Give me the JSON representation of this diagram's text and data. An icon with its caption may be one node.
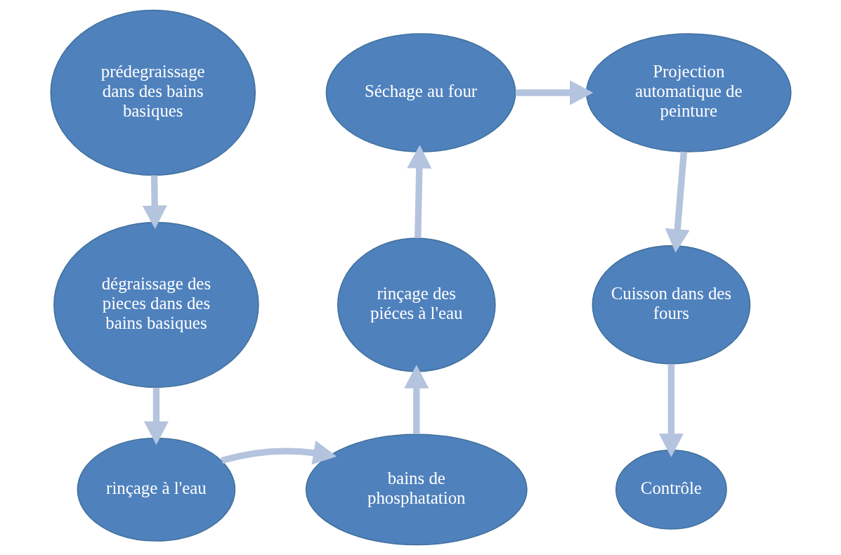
{
  "diagram": {
    "nodes": [
      {
        "text": [
          "prédegraissage dans des bains basiques"
        ]
      },
      {
        "text": [
          "dégraissage des pieces dans des bains basiques"
        ]
      },
      {
        "text": [
          "rinçage à l'eau"
        ]
      },
      {
        "text": [
          "bains de phosphatation"
        ]
      },
      {
        "text": [
          "rinçage des piéces à l'eau"
        ]
      },
      {
        "text": [
          "Séchage au four"
        ]
      },
      {
        "text": [
          "Projection automatique de peinture"
        ]
      },
      {
        "text": [
          "Cuisson dans des fours"
        ]
      },
      {
        "text": [
          "Contrôle"
        ]
      }
    ],
    "edges": [
      {
        "from": 0,
        "to": 1,
        "arrow": "to"
      },
      {
        "from": 1,
        "to": 2,
        "arrow": "to"
      },
      {
        "from": 2,
        "to": 3,
        "arrow": "to"
      },
      {
        "from": 3,
        "to": 4,
        "arrow": "to"
      },
      {
        "from": 4,
        "to": 5,
        "arrow": "to"
      },
      {
        "from": 5,
        "to": 6,
        "arrow": "to"
      },
      {
        "from": 6,
        "to": 7,
        "arrow": "to"
      },
      {
        "from": 7,
        "to": 8,
        "arrow": "to"
      }
    ]
  }
}
